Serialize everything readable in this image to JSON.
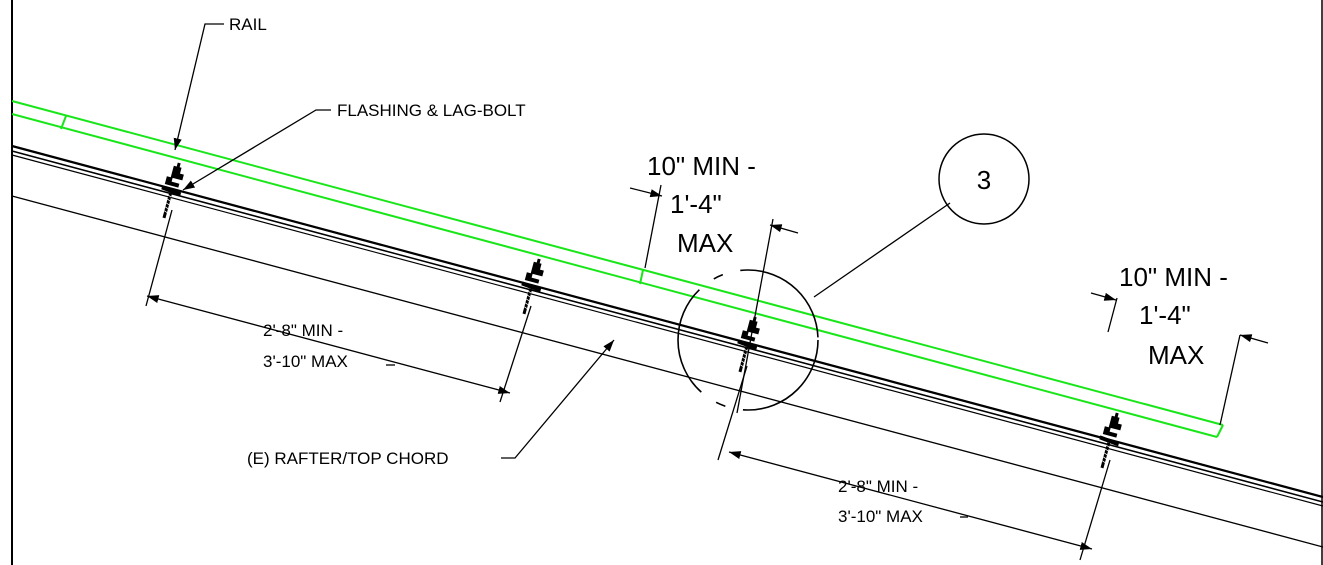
{
  "labels": {
    "rail": "RAIL",
    "flashing": "FLASHING & LAG-BOLT",
    "rafter": "(E) RAFTER/TOP CHORD",
    "dim_left_1": "2'-8\" MIN -",
    "dim_left_2": "3'-10\" MAX",
    "dim_right_1": "2'-8\" MIN -",
    "dim_right_2": "3'-10\" MAX",
    "overhang_mid_1": "10\" MIN -",
    "overhang_mid_2": "1'-4\"",
    "overhang_mid_3": "MAX",
    "overhang_right_1": "10\" MIN -",
    "overhang_right_2": "1'-4\"",
    "overhang_right_3": "MAX",
    "detail_callout": "3"
  },
  "colors": {
    "rail": "#19e619",
    "linework": "#000000"
  }
}
